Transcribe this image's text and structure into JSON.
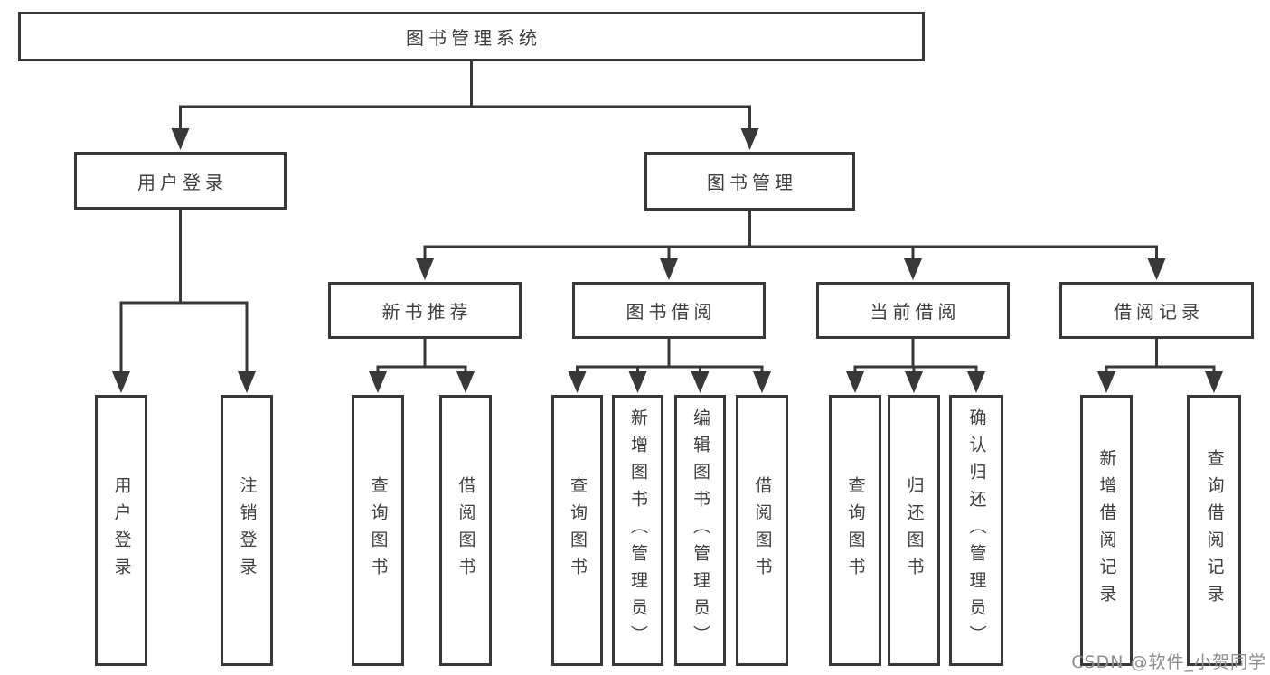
{
  "diagram": {
    "title": "图书管理系统",
    "nodes": [
      {
        "id": "root",
        "label": "图书管理系统"
      },
      {
        "id": "user-login",
        "label": "用户登录"
      },
      {
        "id": "book-mgmt",
        "label": "图书管理"
      },
      {
        "id": "new-book-rec",
        "label": "新书推荐"
      },
      {
        "id": "book-borrow",
        "label": "图书借阅"
      },
      {
        "id": "current-borrow",
        "label": "当前借阅"
      },
      {
        "id": "borrow-records",
        "label": "借阅记录"
      },
      {
        "id": "leaf-user-login",
        "label": "用户登录"
      },
      {
        "id": "leaf-logout",
        "label": "注销登录"
      },
      {
        "id": "rec-query-book",
        "label": "查询图书"
      },
      {
        "id": "rec-borrow-book",
        "label": "借阅图书"
      },
      {
        "id": "bb-query-book",
        "label": "查询图书"
      },
      {
        "id": "bb-add-book",
        "label": "新增图书（管理员）"
      },
      {
        "id": "bb-edit-book",
        "label": "编辑图书（管理员）"
      },
      {
        "id": "bb-borrow-book",
        "label": "借阅图书"
      },
      {
        "id": "cb-query-book",
        "label": "查询图书"
      },
      {
        "id": "cb-return-book",
        "label": "归还图书"
      },
      {
        "id": "cb-confirm-return",
        "label": "确认归还（管理员）"
      },
      {
        "id": "br-add-record",
        "label": "新增借阅记录"
      },
      {
        "id": "br-query-record",
        "label": "查询借阅记录"
      }
    ],
    "edges": [
      [
        "root",
        "user-login"
      ],
      [
        "root",
        "book-mgmt"
      ],
      [
        "user-login",
        "leaf-user-login"
      ],
      [
        "user-login",
        "leaf-logout"
      ],
      [
        "book-mgmt",
        "new-book-rec"
      ],
      [
        "book-mgmt",
        "book-borrow"
      ],
      [
        "book-mgmt",
        "current-borrow"
      ],
      [
        "book-mgmt",
        "borrow-records"
      ],
      [
        "new-book-rec",
        "rec-query-book"
      ],
      [
        "new-book-rec",
        "rec-borrow-book"
      ],
      [
        "book-borrow",
        "bb-query-book"
      ],
      [
        "book-borrow",
        "bb-add-book"
      ],
      [
        "book-borrow",
        "bb-edit-book"
      ],
      [
        "book-borrow",
        "bb-borrow-book"
      ],
      [
        "current-borrow",
        "cb-query-book"
      ],
      [
        "current-borrow",
        "cb-return-book"
      ],
      [
        "current-borrow",
        "cb-confirm-return"
      ],
      [
        "borrow-records",
        "br-add-record"
      ],
      [
        "borrow-records",
        "br-query-record"
      ]
    ],
    "colors": {
      "line": "#383838",
      "text": "#3d3d3d",
      "background": "#ffffff",
      "watermark_text": "#8e8e8e"
    }
  },
  "watermark": {
    "text": "CSDN @软件_小贺同学"
  }
}
